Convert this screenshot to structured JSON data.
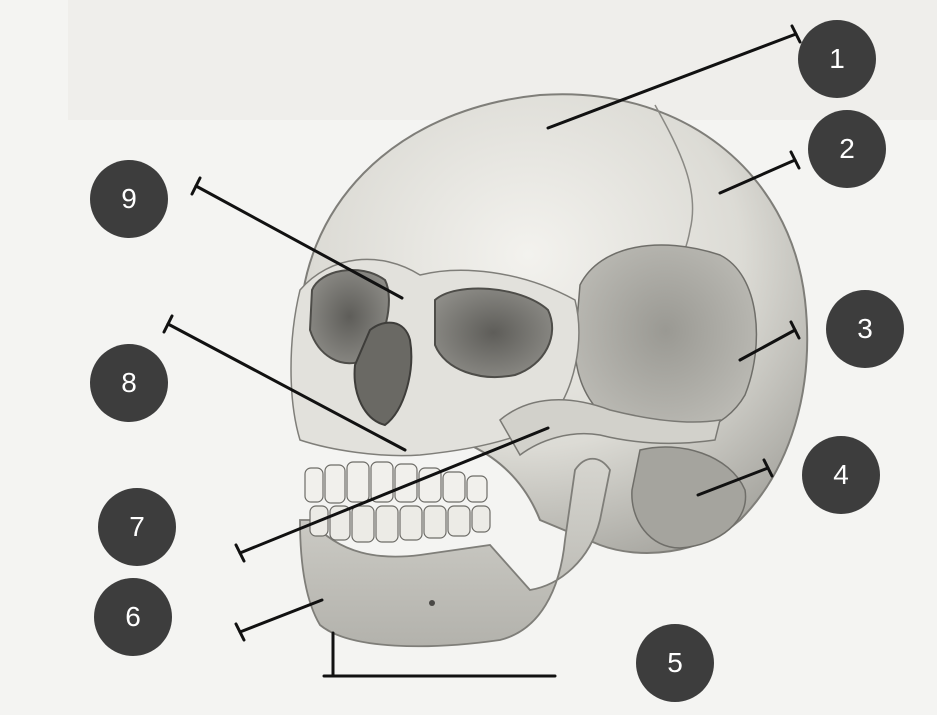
{
  "diagram": {
    "label_markers": [
      "1",
      "2",
      "3",
      "4",
      "5",
      "6",
      "7",
      "8",
      "9"
    ],
    "colors": {
      "marker_fill": "#3d3d3d",
      "marker_text": "#ffffff",
      "leader_line": "#111111",
      "bone_light": "#e9e8e3",
      "bone_shadow": "#8c8b86",
      "background": "#f4f4f2"
    }
  }
}
